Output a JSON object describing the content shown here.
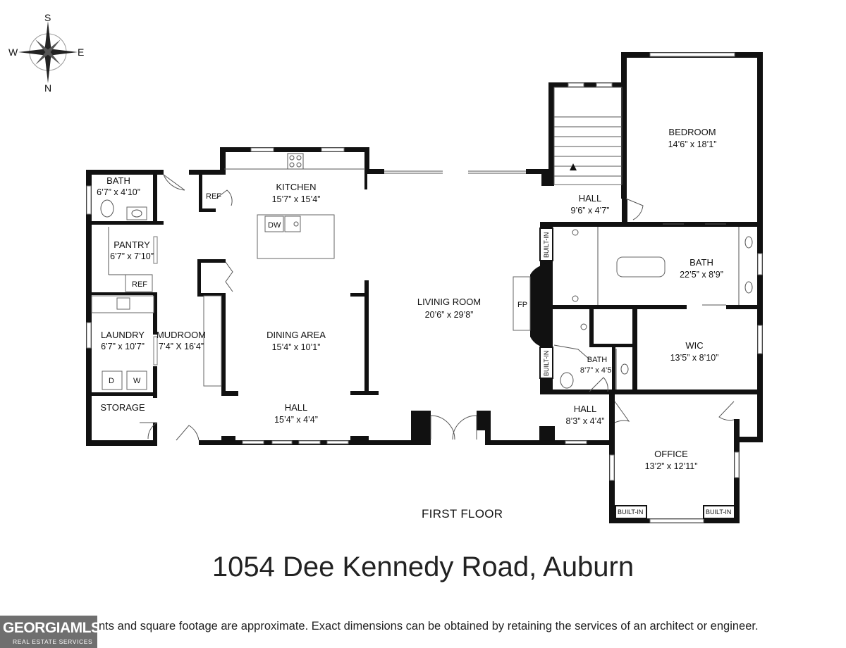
{
  "compass": {
    "north": "N",
    "south": "S",
    "east": "E",
    "west": "W"
  },
  "rooms": {
    "bath_left": {
      "name": "BATH",
      "dims": "6’7” x 4’10”"
    },
    "pantry": {
      "name": "PANTRY",
      "dims": "6’7” x 7’10”"
    },
    "laundry": {
      "name": "LAUNDRY",
      "dims": "6’7” x 10’7”"
    },
    "mudroom": {
      "name": "MUDROOM",
      "dims": "7’4” X 16’4”"
    },
    "storage": {
      "name": "STORAGE"
    },
    "kitchen": {
      "name": "KITCHEN",
      "dims": "15’7” x 15’4”"
    },
    "dining": {
      "name": "DINING AREA",
      "dims": "15’4” x 10’1”"
    },
    "hall_bottom": {
      "name": "HALL",
      "dims": "15’4” x 4’4”"
    },
    "living": {
      "name": "LIVINIG ROOM",
      "dims": "20’6” x 29’8”"
    },
    "hall_upper": {
      "name": "HALL",
      "dims": "9’6” x 4’7”"
    },
    "bedroom": {
      "name": "BEDROOM",
      "dims": "14’6” x 18’1”"
    },
    "bath_master": {
      "name": "BATH",
      "dims": "22’5” x 8’9”"
    },
    "wic": {
      "name": "WIC",
      "dims": "13’5” x 8’10”"
    },
    "bath_small": {
      "name": "BATH",
      "dims": "8’7” x 4’5”"
    },
    "hall_right": {
      "name": "HALL",
      "dims": "8’3” x 4’4”"
    },
    "office": {
      "name": "OFFICE",
      "dims": "13’2” x 12’11”"
    }
  },
  "fixtures": {
    "ref_kitchen": "REF",
    "ref_pantry": "REF",
    "dw": "DW",
    "dryer": "D",
    "washer": "W",
    "fireplace": "FP",
    "builtin": "BUILT-IN"
  },
  "floor_label": "FIRST FLOOR",
  "address": "1054 Dee Kennedy Road, Auburn",
  "disclaimer": "nts and square footage are approximate. Exact dimensions can be obtained by retaining the services of an architect or engineer.",
  "logo": {
    "line1": "GEORGIAMLS",
    "line2": "REAL ESTATE SERVICES"
  }
}
